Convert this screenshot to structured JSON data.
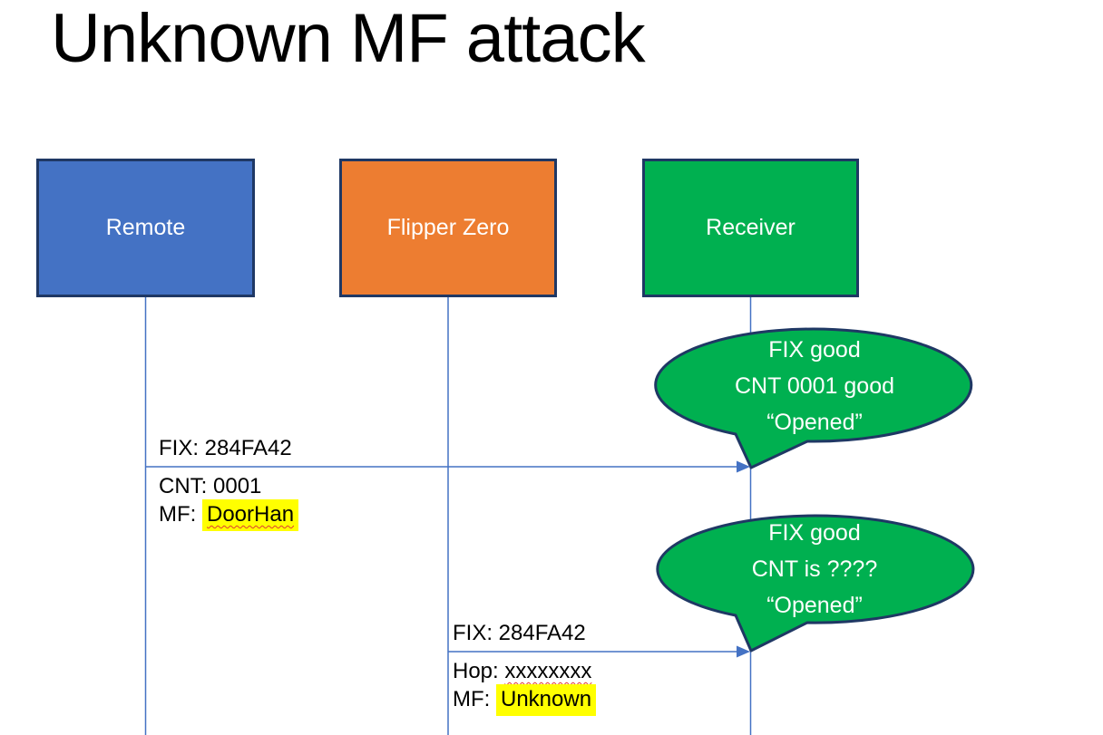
{
  "slide": {
    "title": "Unknown MF attack",
    "actors": [
      {
        "label": "Remote",
        "fill": "#4472C4"
      },
      {
        "label": "Flipper Zero",
        "fill": "#ED7D31"
      },
      {
        "label": "Receiver",
        "fill": "#00B050"
      }
    ],
    "messages": [
      {
        "from": "Remote",
        "to": "Receiver",
        "label_above": "FIX: 284FA42",
        "label_below_line1": "CNT: 0001",
        "label_below_line2_prefix": "MF: ",
        "label_below_line2_highlighted": "DoorHan"
      },
      {
        "from": "Flipper Zero",
        "to": "Receiver",
        "label_above": "FIX: 284FA42",
        "label_below_line1_prefix": "Hop: ",
        "label_below_line1_underlined": "xxxxxxxx",
        "label_below_line2_prefix": "MF: ",
        "label_below_line2_highlighted": "Unknown"
      }
    ],
    "callouts": [
      {
        "line1": "FIX good",
        "line2": "CNT 0001 good",
        "line3": "“Opened”"
      },
      {
        "line1": "FIX good",
        "line2": "CNT is ????",
        "line3": "“Opened”"
      }
    ],
    "colors": {
      "actor_border": "#1F3864",
      "lifeline": "#4472C4",
      "arrow": "#4472C4",
      "callout_fill": "#00B050",
      "callout_border": "#1F3864",
      "highlight": "#FFFF00",
      "spellcheck_underline": "#E03C31",
      "text_dark": "#000000",
      "text_light": "#FFFFFF"
    }
  }
}
